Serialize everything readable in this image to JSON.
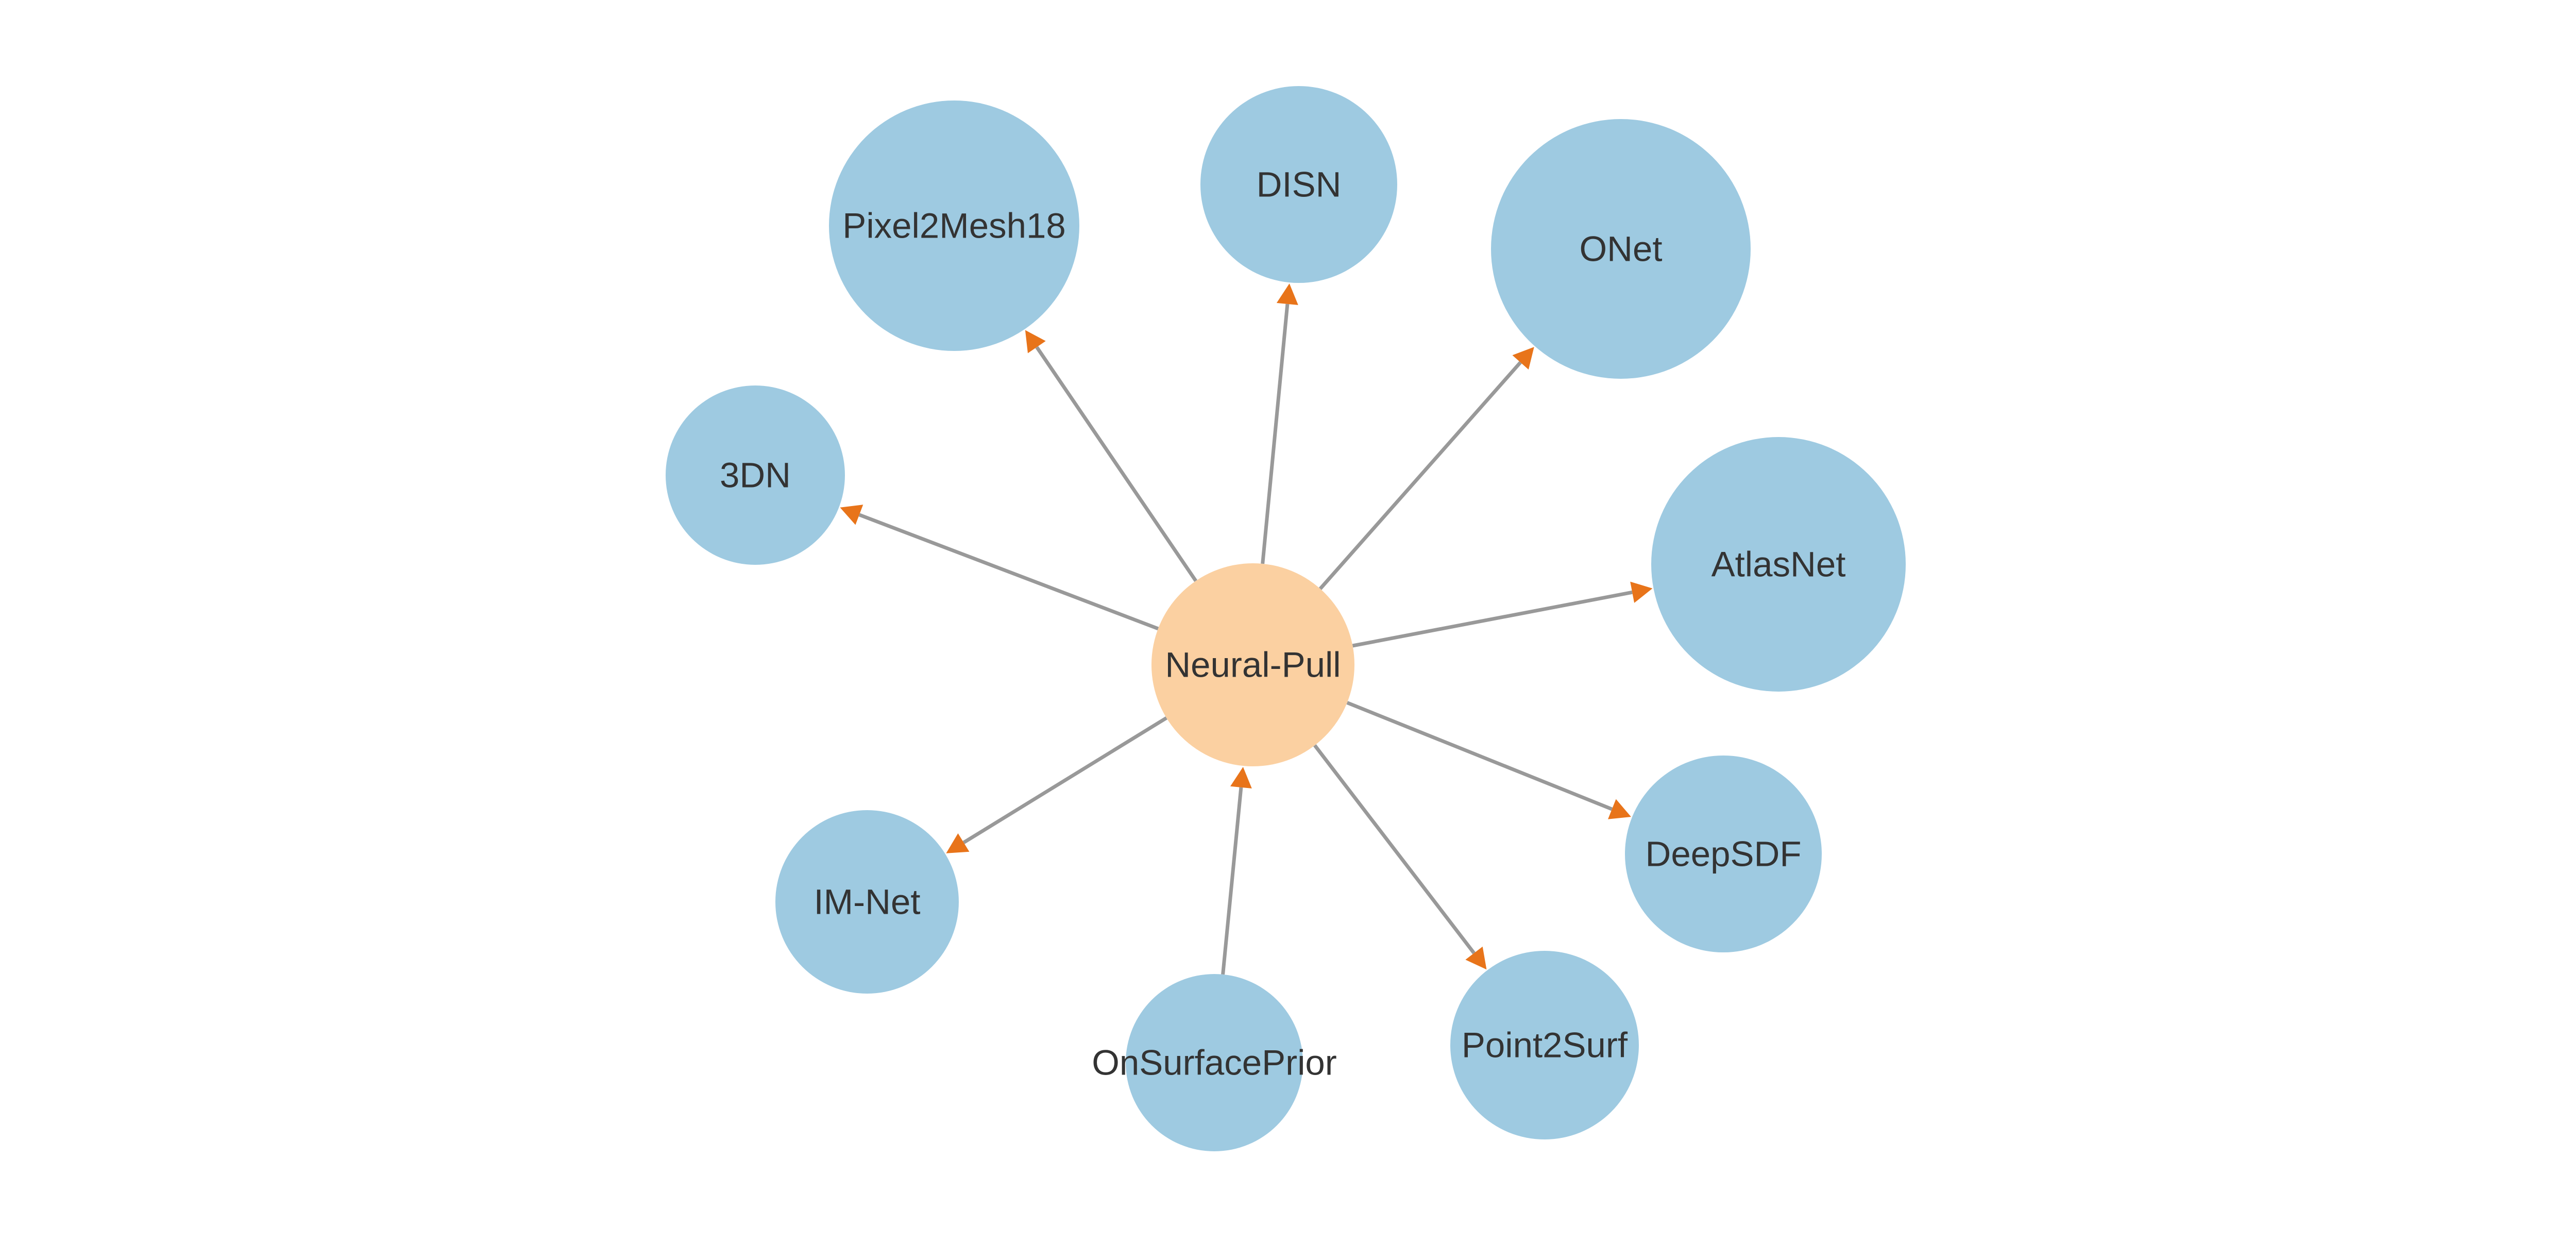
{
  "graph": {
    "colors": {
      "center_node": "#fbd0a1",
      "neighbor_node": "#9ecae1",
      "edge": "#999999",
      "arrow": "#e8741a",
      "label": "#333333"
    },
    "center": {
      "id": "neural-pull",
      "label": "Neural-Pull"
    },
    "nodes": [
      {
        "id": "neural-pull",
        "label": "Neural-Pull",
        "role": "center"
      },
      {
        "id": "pixel2mesh18",
        "label": "Pixel2Mesh18",
        "role": "neighbor"
      },
      {
        "id": "disn",
        "label": "DISN",
        "role": "neighbor"
      },
      {
        "id": "onet",
        "label": "ONet",
        "role": "neighbor"
      },
      {
        "id": "3dn",
        "label": "3DN",
        "role": "neighbor"
      },
      {
        "id": "atlasnet",
        "label": "AtlasNet",
        "role": "neighbor"
      },
      {
        "id": "deepsdf",
        "label": "DeepSDF",
        "role": "neighbor"
      },
      {
        "id": "im-net",
        "label": "IM-Net",
        "role": "neighbor"
      },
      {
        "id": "onsurfaceprior",
        "label": "OnSurfacePrior",
        "role": "neighbor"
      },
      {
        "id": "point2surf",
        "label": "Point2Surf",
        "role": "neighbor"
      }
    ],
    "edges": [
      {
        "from": "neural-pull",
        "to": "pixel2mesh18"
      },
      {
        "from": "neural-pull",
        "to": "disn"
      },
      {
        "from": "neural-pull",
        "to": "onet"
      },
      {
        "from": "neural-pull",
        "to": "3dn"
      },
      {
        "from": "neural-pull",
        "to": "atlasnet"
      },
      {
        "from": "neural-pull",
        "to": "deepsdf"
      },
      {
        "from": "neural-pull",
        "to": "im-net"
      },
      {
        "from": "neural-pull",
        "to": "point2surf"
      },
      {
        "from": "onsurfaceprior",
        "to": "neural-pull"
      }
    ]
  }
}
